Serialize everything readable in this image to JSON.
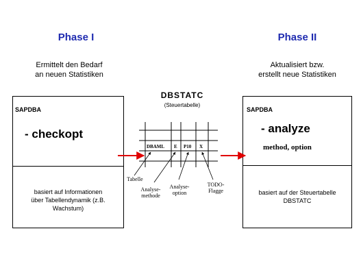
{
  "phase1": {
    "title": "Phase I",
    "caption": "Ermittelt den Bedarf\nan neuen Statistiken",
    "system": "SAPDBA",
    "command": "- checkopt",
    "note": "basiert auf Informationen\nüber Tabellendynamik (z.B.\nWachstum)"
  },
  "phase2": {
    "title": "Phase II",
    "caption": "Aktualisiert bzw.\nerstellt neue Statistiken",
    "system": "SAPDBA",
    "command": "- analyze",
    "params": "method, option",
    "note": "basiert auf der Steuertabelle\nDBSTATC"
  },
  "control_table": {
    "title": "DBSTATC",
    "subtitle": "(Steuertabelle)",
    "row_cells": [
      "DBAML",
      "E",
      "P10",
      "X"
    ],
    "annotations": {
      "table": "Tabelle",
      "method": "Analyse-\nmethode",
      "option": "Analyse-\noption",
      "todo": "TODO-\nFlagge"
    }
  },
  "colors": {
    "title": "#1f2bb0",
    "arrow": "#e00000"
  }
}
